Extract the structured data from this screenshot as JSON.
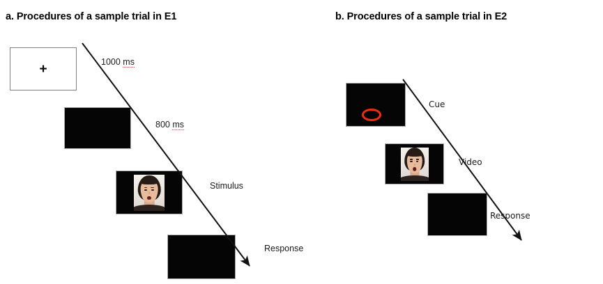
{
  "figure": {
    "background_color": "#ffffff",
    "text_color": "#1a1a1a",
    "cue_color": "#f02d11"
  },
  "panels": [
    {
      "id": "a",
      "title": "a. Procedures of a sample trial in E1",
      "frames": [
        {
          "name": "fixation-frame",
          "type": "white",
          "content": "+"
        },
        {
          "name": "blank-frame",
          "type": "black",
          "content": ""
        },
        {
          "name": "stimulus-frame",
          "type": "black-face",
          "content": ""
        },
        {
          "name": "response-frame",
          "type": "black",
          "content": ""
        }
      ],
      "labels": [
        {
          "name": "duration-1000ms",
          "text": "1000 ",
          "suffix": "ms",
          "misspelled": true
        },
        {
          "name": "duration-800ms",
          "text": "800 ",
          "suffix": "ms",
          "misspelled": true
        },
        {
          "name": "stage-stimulus",
          "text": "Stimulus",
          "suffix": "",
          "misspelled": false
        },
        {
          "name": "stage-response",
          "text": "Response",
          "suffix": "",
          "misspelled": false
        }
      ]
    },
    {
      "id": "b",
      "title": "b. Procedures of a sample trial in E2",
      "frames": [
        {
          "name": "cue-frame",
          "type": "black-ellipse",
          "content": ""
        },
        {
          "name": "video-frame",
          "type": "black-face",
          "content": ""
        },
        {
          "name": "response-frame",
          "type": "black",
          "content": ""
        }
      ],
      "labels": [
        {
          "name": "stage-cue",
          "text": "Cue",
          "suffix": "",
          "misspelled": false
        },
        {
          "name": "stage-video",
          "text": "Video",
          "suffix": "",
          "misspelled": false
        },
        {
          "name": "stage-response",
          "text": "Response",
          "suffix": "",
          "misspelled": false
        }
      ]
    }
  ]
}
